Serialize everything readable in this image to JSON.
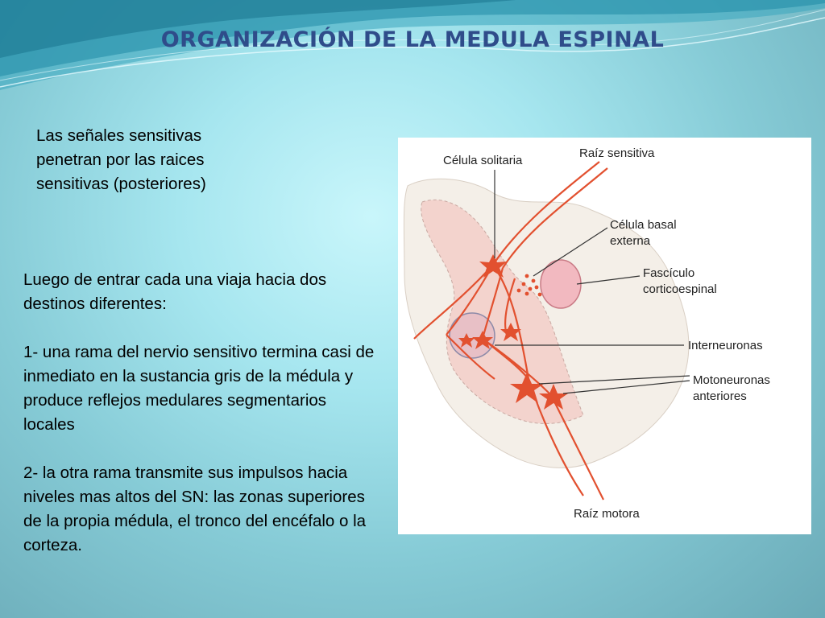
{
  "slide": {
    "title": "ORGANIZACIÓN DE LA MEDULA ESPINAL",
    "intro": "Las señales sensitivas penetran por las raices sensitivas (posteriores)",
    "body_intro": "Luego de entrar cada una viaja hacia dos destinos diferentes:",
    "point1": "1- una rama del nervio sensitivo termina casi de inmediato en la sustancia gris de la médula y produce reflejos medulares segmentarios locales",
    "point2": "2- la otra rama transmite sus impulsos hacia niveles mas altos del SN: las zonas superiores de la propia médula, el tronco del encéfalo o la corteza."
  },
  "figure": {
    "labels": {
      "celula_solitaria": "Célula solitaria",
      "raiz_sensitiva": "Raíz sensitiva",
      "celula_basal_1": "Célula basal",
      "celula_basal_2": "externa",
      "fasciculo_1": "Fascículo",
      "fasciculo_2": "corticoespinal",
      "interneuronas": "Interneuronas",
      "motoneuronas_1": "Motoneuronas",
      "motoneuronas_2": "anteriores",
      "raiz_motora": "Raíz motora"
    },
    "colors": {
      "neuron": "#e2502f",
      "grey_matter": "#f3d3cd",
      "white_matter": "#f4efe8",
      "fascicle": "#f2b9c0"
    }
  }
}
